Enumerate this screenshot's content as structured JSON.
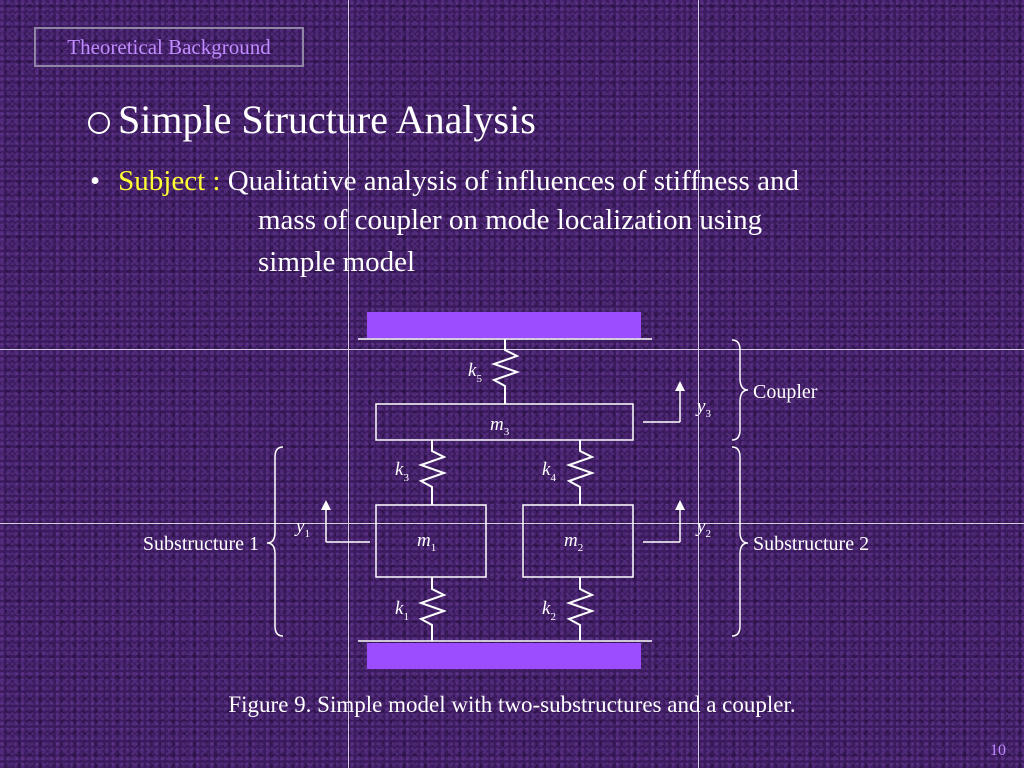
{
  "header": {
    "section_label": "Theoretical Background"
  },
  "title": {
    "text": "Simple Structure Analysis"
  },
  "bullet": {
    "marker": "•",
    "label": "Subject :",
    "line1": "Qualitative analysis of influences of stiffness and",
    "line2": "mass of coupler on mode localization using",
    "line3": "simple model"
  },
  "diagram": {
    "springs": [
      {
        "sym": "k",
        "sub": "5"
      },
      {
        "sym": "k",
        "sub": "3"
      },
      {
        "sym": "k",
        "sub": "4"
      },
      {
        "sym": "k",
        "sub": "1"
      },
      {
        "sym": "k",
        "sub": "2"
      }
    ],
    "masses": [
      {
        "sym": "m",
        "sub": "3"
      },
      {
        "sym": "m",
        "sub": "1"
      },
      {
        "sym": "m",
        "sub": "2"
      }
    ],
    "displacements": [
      {
        "sym": "y",
        "sub": "3"
      },
      {
        "sym": "y",
        "sub": "1"
      },
      {
        "sym": "y",
        "sub": "2"
      }
    ],
    "groups": {
      "coupler": "Coupler",
      "substructure1": "Substructure 1",
      "substructure2": "Substructure 2"
    },
    "colors": {
      "ground": "#9b4dff",
      "lines": "#ffffff"
    }
  },
  "caption": "Figure 9.  Simple model with two-substructures and a coupler.",
  "slide_number": "10"
}
